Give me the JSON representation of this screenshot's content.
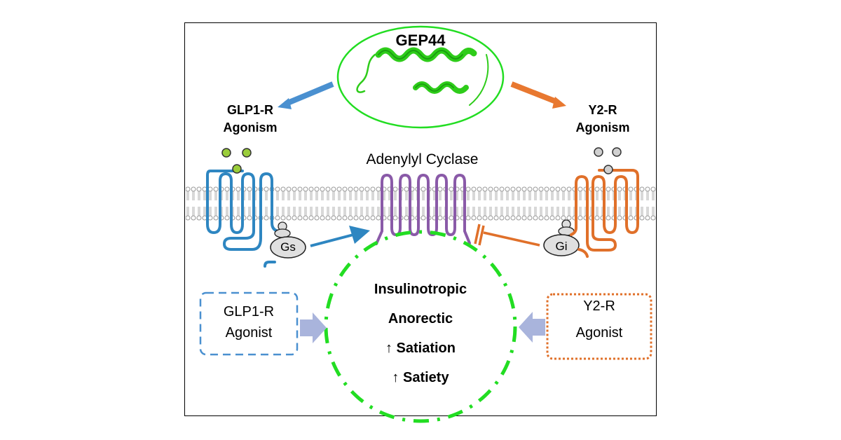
{
  "figure": {
    "title": "GEP44",
    "left_pathway": {
      "heading_line1": "GLP1-R",
      "heading_line2": "Agonism",
      "g_protein": "Gs",
      "box_line1": "GLP1-R",
      "box_line2": "Agonist",
      "color": "#2e86c1"
    },
    "right_pathway": {
      "heading_line1": "Y2-R",
      "heading_line2": "Agonism",
      "g_protein": "Gi",
      "box_line1": "Y2-R",
      "box_line2": "Agonist",
      "color": "#e0702a"
    },
    "enzyme": {
      "label": "Adenylyl Cyclase",
      "color": "#8a5aa8"
    },
    "effects": [
      "Insulinotropic",
      "Anorectic",
      "↑ Satiation",
      "↑ Satiety"
    ],
    "colors": {
      "peptide_green": "#22dd22",
      "ligand_green": "#9acd3a",
      "ligand_gray": "#d0d0d0",
      "membrane_gray": "#a0a0a0",
      "input_arrow": "#a9b4dc"
    }
  }
}
